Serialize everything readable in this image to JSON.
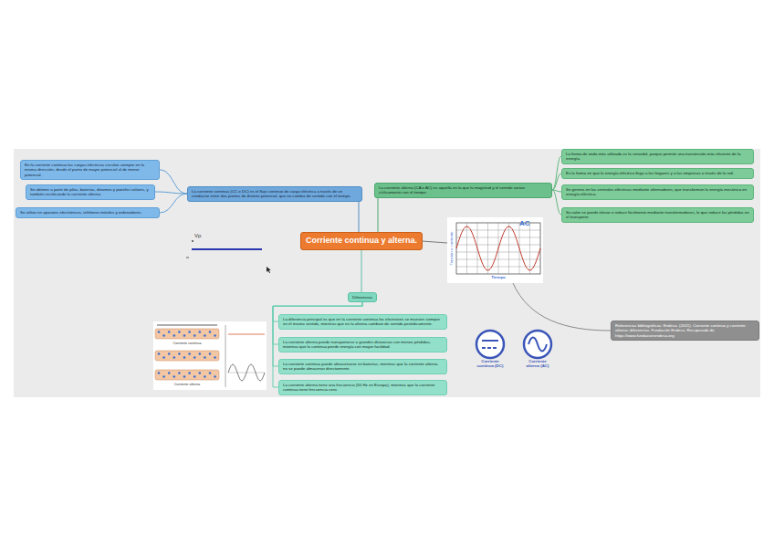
{
  "diagram": {
    "nodes": [
      {
        "text": [
          "Corriente continua y alterna."
        ]
      },
      {
        "text": [
          "La corriente continua (CC o DC) es el flujo continuo de carga eléctrica a través de un conductor entre dos puntos de distinto potencial, que no cambia de sentido con el tiempo."
        ]
      },
      {
        "text": [
          "En la corriente continua las cargas eléctricas circulan siempre en la misma dirección, desde el punto de mayor potencial al de menor potencial."
        ]
      },
      {
        "text": [
          "Se obtiene a partir de pilas, baterías, dinamos y paneles solares, y también rectificando la corriente alterna."
        ]
      },
      {
        "text": [
          "Se utiliza en aparatos electrónicos, teléfonos móviles y ordenadores."
        ]
      },
      {
        "text": [
          "La corriente alterna (CA o AC) es aquella en la que la magnitud y el sentido varían cíclicamente con el tiempo."
        ]
      },
      {
        "text": [
          "La forma de onda más utilizada es la senoidal, porque permite una transmisión más eficiente de la energía."
        ]
      },
      {
        "text": [
          "Es la forma en que la energía eléctrica llega a los hogares y a las empresas a través de la red."
        ]
      },
      {
        "text": [
          "Se genera en las centrales eléctricas mediante alternadores, que transforman la energía mecánica en energía eléctrica."
        ]
      },
      {
        "text": [
          "Su valor se puede elevar o reducir fácilmente mediante transformadores, lo que reduce las pérdidas en el transporte."
        ]
      },
      {
        "text": [
          "Diferencias"
        ]
      },
      {
        "text": [
          "La diferencia principal es que en la corriente continua los electrones se mueven siempre en el mismo sentido, mientras que en la alterna cambian de sentido periódicamente."
        ]
      },
      {
        "text": [
          "La corriente alterna puede transportarse a grandes distancias con menos pérdidas, mientras que la continua pierde energía con mayor facilidad."
        ]
      },
      {
        "text": [
          "La corriente continua puede almacenarse en baterías, mientras que la corriente alterna no se puede almacenar directamente."
        ]
      },
      {
        "text": [
          "La corriente alterna tiene una frecuencia (50 Hz en Europa), mientras que la corriente continua tiene frecuencia cero."
        ]
      },
      {
        "text": [
          "Referencias bibliográficas: Endesa. (2021). Corriente continua y corriente alterna: diferencias. Fundación Endesa. Recuperado de https://www.fundacionendesa.org"
        ]
      }
    ],
    "edges": [
      {
        "from": 0,
        "to": 1,
        "arrow": "none"
      },
      {
        "from": 1,
        "to": 2,
        "arrow": "none"
      },
      {
        "from": 1,
        "to": 3,
        "arrow": "none"
      },
      {
        "from": 1,
        "to": 4,
        "arrow": "none"
      },
      {
        "from": 0,
        "to": 5,
        "arrow": "none"
      },
      {
        "from": 5,
        "to": 6,
        "arrow": "none"
      },
      {
        "from": 5,
        "to": 7,
        "arrow": "none"
      },
      {
        "from": 5,
        "to": 8,
        "arrow": "none"
      },
      {
        "from": 5,
        "to": 9,
        "arrow": "none"
      },
      {
        "from": 0,
        "to": 10,
        "arrow": "none"
      },
      {
        "from": 10,
        "to": 11,
        "arrow": "none"
      },
      {
        "from": 10,
        "to": 12,
        "arrow": "none"
      },
      {
        "from": 10,
        "to": 13,
        "arrow": "none"
      },
      {
        "from": 10,
        "to": 14,
        "arrow": "none"
      }
    ],
    "labels": [
      "Vp",
      "AC",
      "Tensión o corriente",
      "Tiempo",
      "Corriente continua",
      "Corriente alterna"
    ],
    "legend": [
      {
        "text": "Corriente continua (DC)"
      },
      {
        "text": "Corriente alterna (AC)"
      }
    ]
  }
}
